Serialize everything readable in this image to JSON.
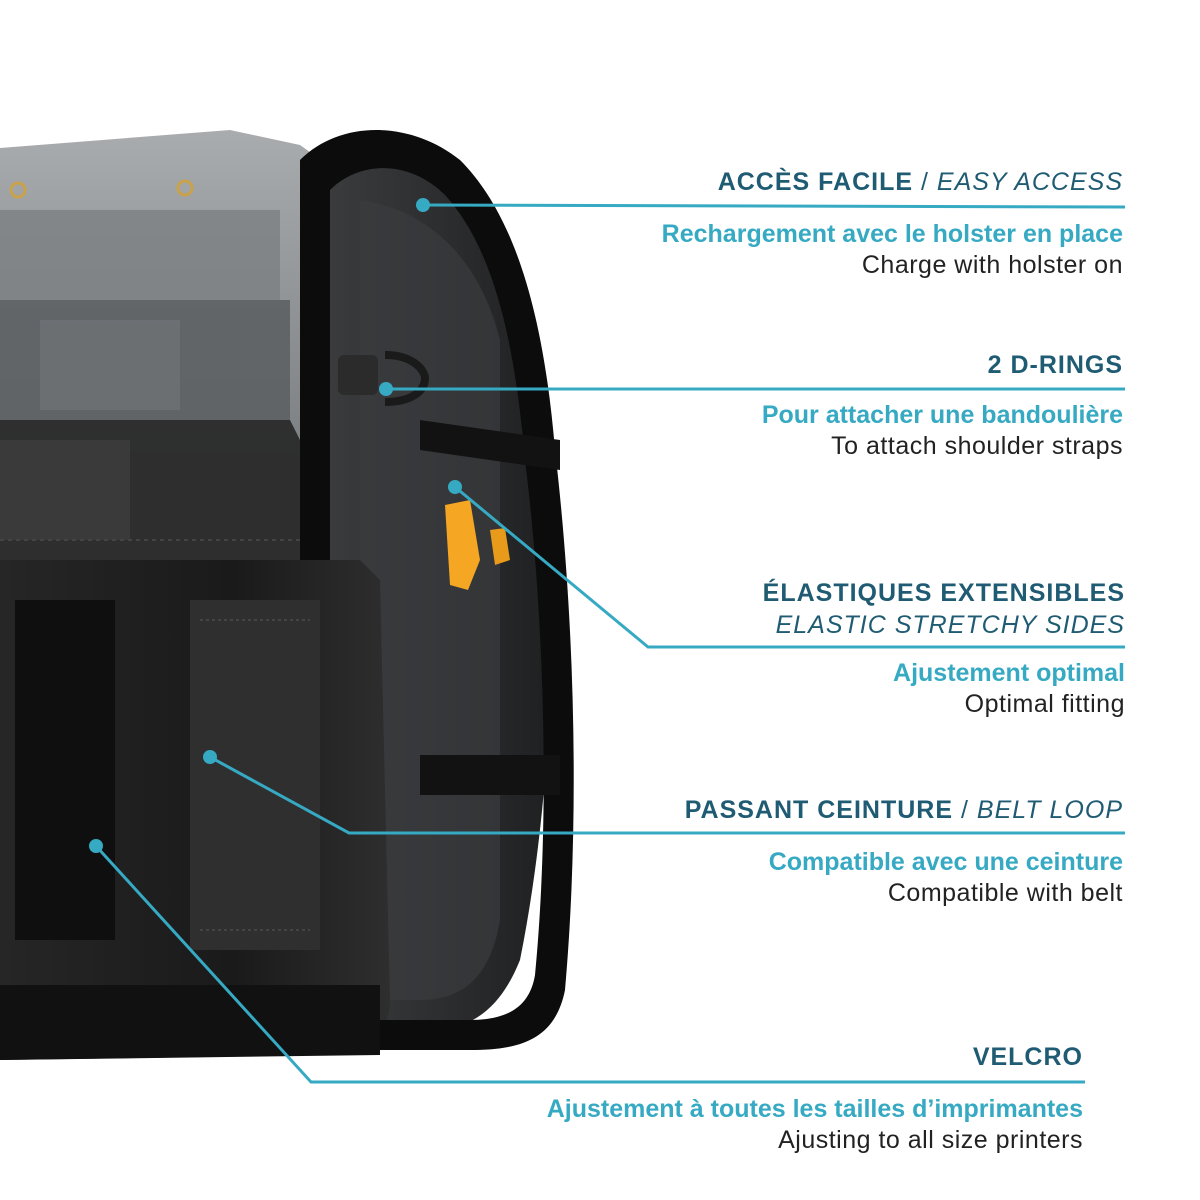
{
  "colors": {
    "heading": "#1f5b72",
    "accent": "#36a9c3",
    "body_text": "#222222",
    "background": "#ffffff",
    "bag": "#1c1c1c",
    "printer_cover": "#8a8d90",
    "clip": "#f5a623"
  },
  "callouts": {
    "easy_access": {
      "title_fr": "ACCÈS FACILE",
      "separator": "/",
      "title_en": "EASY ACCESS",
      "desc_fr": "Rechargement avec le holster en place",
      "desc_en": "Charge with holster on"
    },
    "d_rings": {
      "title": "2 D-RINGS",
      "desc_fr": "Pour attacher une bandoulière",
      "desc_en": "To attach shoulder straps"
    },
    "elastic": {
      "title_fr": "ÉLASTIQUES EXTENSIBLES",
      "title_en": "ELASTIC STRETCHY SIDES",
      "desc_fr": "Ajustement optimal",
      "desc_en": "Optimal fitting"
    },
    "belt_loop": {
      "title_fr": "PASSANT CEINTURE",
      "separator": "/",
      "title_en": "BELT LOOP",
      "desc_fr": "Compatible avec une ceinture",
      "desc_en": "Compatible with belt"
    },
    "velcro": {
      "title": "VELCRO",
      "desc_fr": "Ajustement à toutes les tailles d’imprimantes",
      "desc_en": "Ajusting to all size printers"
    }
  }
}
